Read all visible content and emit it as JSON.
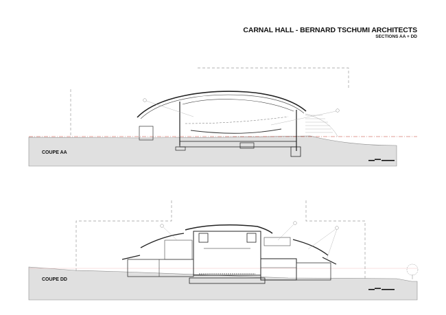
{
  "header": {
    "title": "CARNAL HALL - BERNARD TSCHUMI ARCHITECTS",
    "subtitle": "SECTIONS AA + DD"
  },
  "sections": [
    {
      "id": "AA",
      "label": "COUPE AA"
    },
    {
      "id": "DD",
      "label": "COUPE DD"
    }
  ],
  "colors": {
    "ground": "#e0e0e0",
    "line": "#222222",
    "dashed": "#999999",
    "datum_red": "#c0392b"
  }
}
